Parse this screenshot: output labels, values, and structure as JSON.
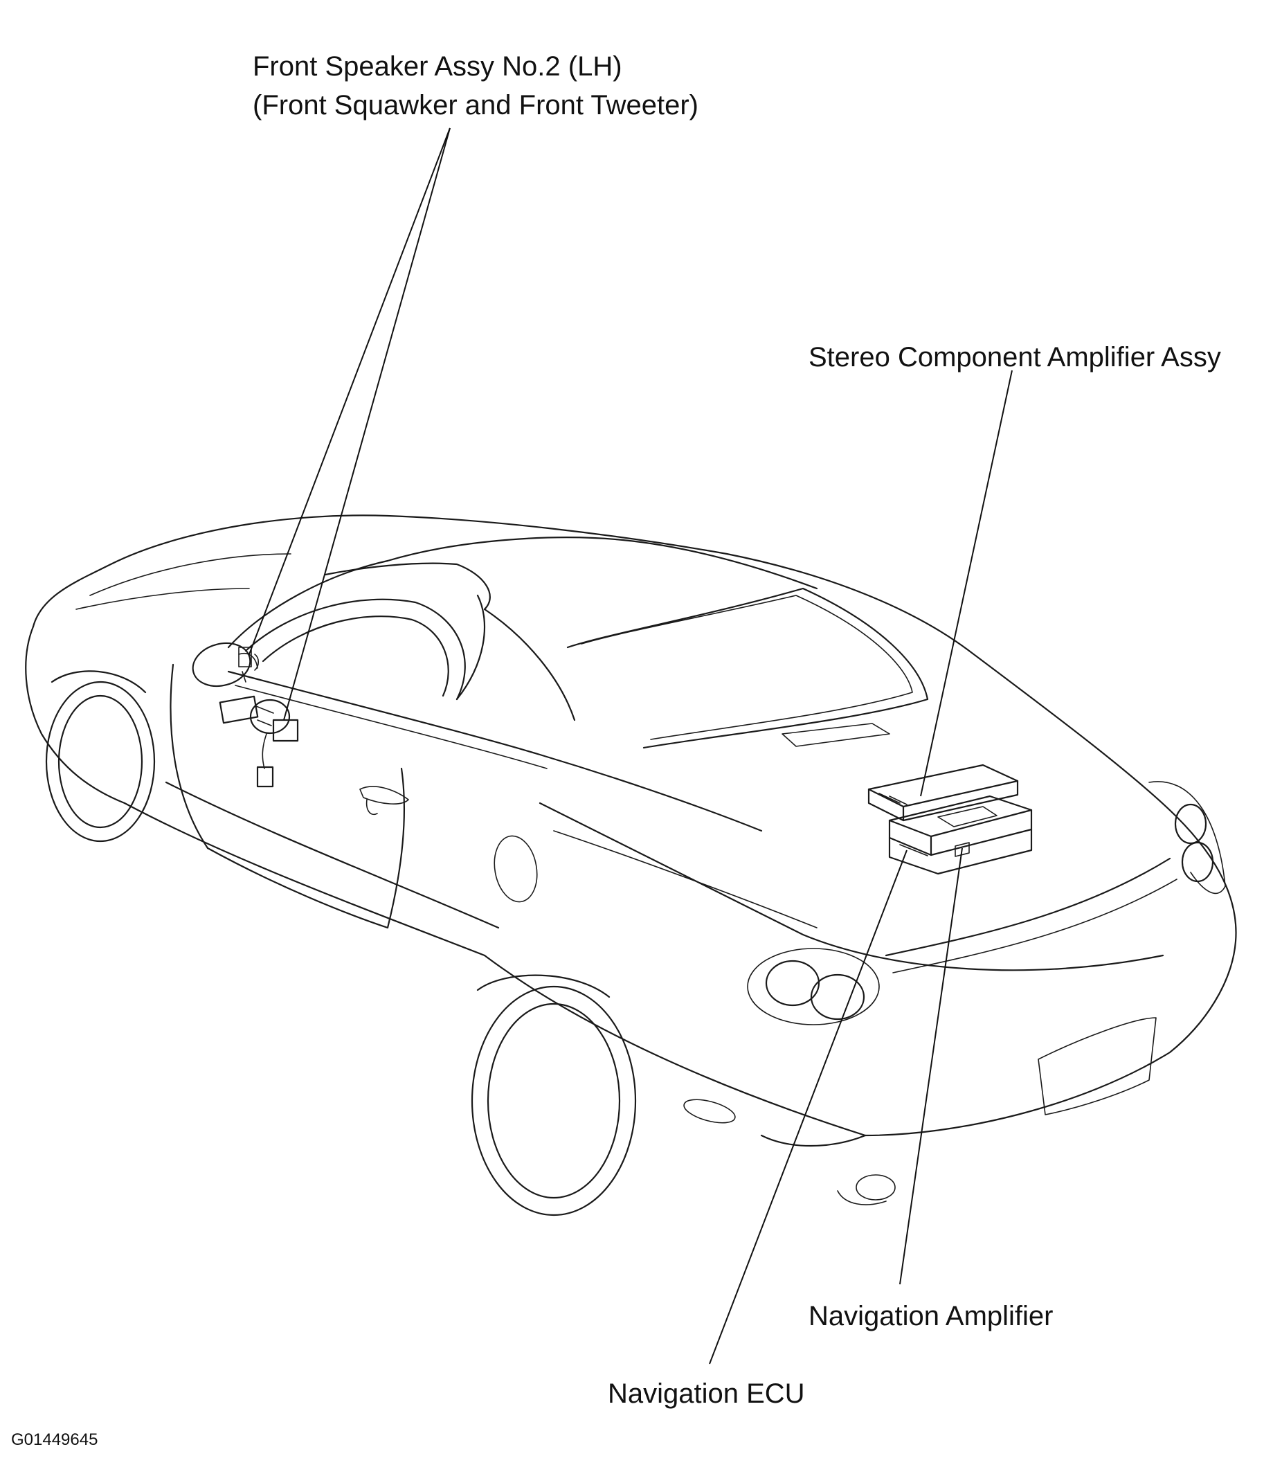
{
  "labels": {
    "front_speaker_line1": "Front Speaker Assy No.2 (LH)",
    "front_speaker_line2": "(Front Squawker and Front Tweeter)",
    "stereo_amp": "Stereo Component Amplifier Assy",
    "nav_amp": "Navigation Amplifier",
    "nav_ecu": "Navigation ECU"
  },
  "figure_id": "G01449645",
  "colors": {
    "line": "#1a1a1a",
    "background": "#ffffff"
  }
}
